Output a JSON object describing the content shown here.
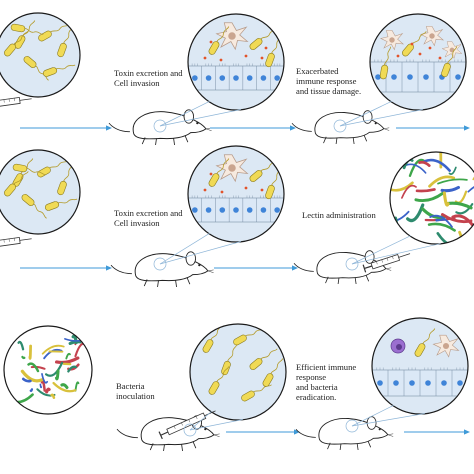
{
  "colors": {
    "bacteria_fill": "#f0da55",
    "bacteria_stroke": "#8a7a1c",
    "flagellum": "#b49b2a",
    "toxin": "#e2542b",
    "cell_fill": "#dbe8f6",
    "cell_nucleus": "#3f84d8",
    "circle_fill": "#dce8f4",
    "circle_stroke": "#1a1a1a",
    "arrow": "#3f9ad8",
    "callout": "#8fb6d8",
    "protein_green": "#3ea64a",
    "protein_blue": "#3b63c9",
    "protein_red": "#c4424e",
    "protein_yellow": "#d9c13c",
    "immune_cell": "#9b6fd0"
  },
  "rows": [
    {
      "row_id": "row-1",
      "caption_1": "Toxin excretion and\nCell invasion",
      "caption_2": "Exacerbated\nimmune response\nand tissue damage."
    },
    {
      "row_id": "row-2",
      "caption_1": "Toxin excretion and\nCell invasion",
      "caption_2": "Lectin administration"
    },
    {
      "row_id": "row-3",
      "caption_1": "Bacteria\ninoculation",
      "caption_2": "Efficient immune\nresponse\nand bacteria\neradication."
    }
  ]
}
